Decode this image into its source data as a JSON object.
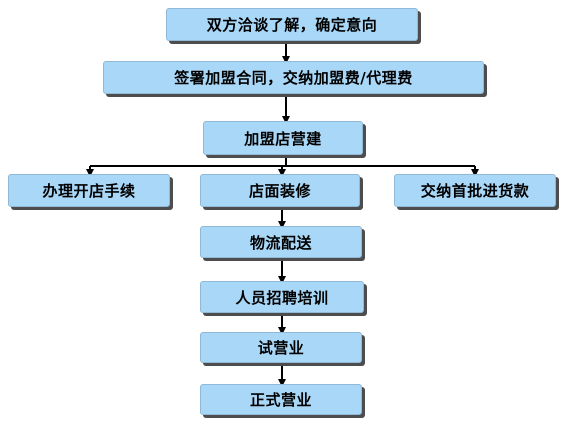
{
  "steps": {
    "s1": "双方洽谈了解，确定意向",
    "s2": "签署加盟合同，交纳加盟费/代理费",
    "s3": "加盟店营建",
    "s4": "办理开店手续",
    "s5": "店面装修",
    "s6": "交纳首批进货款",
    "s7": "物流配送",
    "s8": "人员招聘培训",
    "s9": "试营业",
    "s10": "正式营业"
  },
  "colors": {
    "box_fill": "#a9d7f7",
    "box_shadow": "#4d4d4d",
    "connector": "#000000"
  }
}
